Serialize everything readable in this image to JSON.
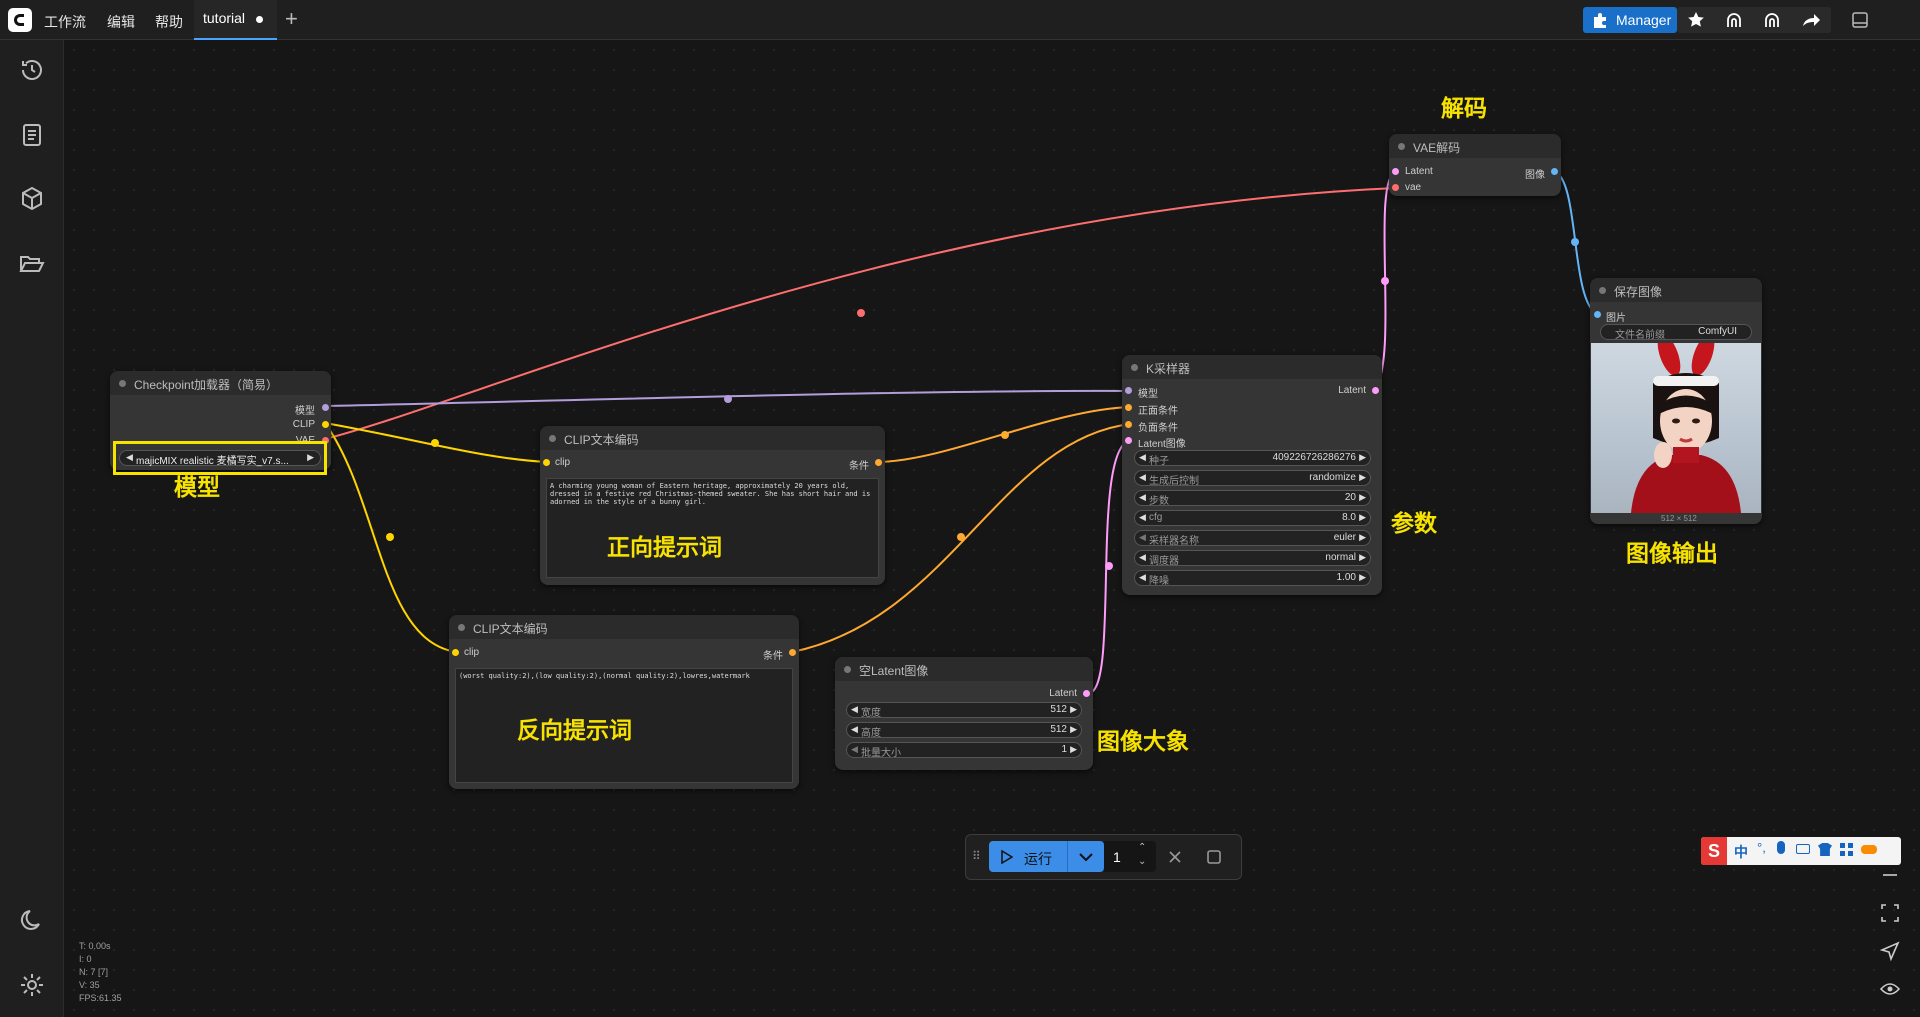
{
  "topbar": {
    "menu": [
      "工作流",
      "编辑",
      "帮助"
    ],
    "tab": {
      "label": "tutorial"
    },
    "manager_label": "Manager",
    "icons": [
      "star-icon",
      "routing-icon",
      "routing-alt-icon",
      "share-icon",
      "panel-icon"
    ]
  },
  "sidebar": {
    "icons": [
      "history-icon",
      "queue-list-icon",
      "model-cube-icon",
      "folder-open-icon",
      "moon-icon",
      "settings-gear-icon"
    ]
  },
  "nodes": {
    "checkpoint": {
      "title": "Checkpoint加载器（简易）",
      "outputs": [
        "模型",
        "CLIP",
        "VAE"
      ],
      "ckpt_value": "majicMIX realistic 麦橘写实_v7.s..."
    },
    "clip_pos": {
      "title": "CLIP文本编码",
      "input": "clip",
      "output": "条件",
      "text": "A charming young woman of Eastern heritage, approximately 20 years old, dressed in a festive red Christmas-themed sweater. She has short hair and is adorned in the style of a bunny girl."
    },
    "clip_neg": {
      "title": "CLIP文本编码",
      "input": "clip",
      "output": "条件",
      "text": "(worst quality:2),(low quality:2),(normal quality:2),lowres,watermark"
    },
    "latent": {
      "title": "空Latent图像",
      "output": "Latent",
      "widgets": [
        {
          "label": "宽度",
          "value": "512"
        },
        {
          "label": "高度",
          "value": "512"
        },
        {
          "label": "批量大小",
          "value": "1"
        }
      ]
    },
    "ksampler": {
      "title": "K采样器",
      "inputs": [
        "模型",
        "正面条件",
        "负面条件",
        "Latent图像"
      ],
      "output": "Latent",
      "widgets": [
        {
          "label": "种子",
          "value": "409226726286276"
        },
        {
          "label": "生成后控制",
          "value": "randomize"
        },
        {
          "label": "步数",
          "value": "20"
        },
        {
          "label": "cfg",
          "value": "8.0"
        },
        {
          "label": "采样器名称",
          "value": "euler"
        },
        {
          "label": "调度器",
          "value": "normal"
        },
        {
          "label": "降噪",
          "value": "1.00"
        }
      ]
    },
    "vae": {
      "title": "VAE解码",
      "inputs": [
        "Latent",
        "vae"
      ],
      "output": "图像"
    },
    "save": {
      "title": "保存图像",
      "input": "图片",
      "prefix_label": "文件名前缀",
      "prefix_value": "ComfyUI",
      "size": "512 × 512"
    }
  },
  "annotations": {
    "model": "模型",
    "positive": "正向提示词",
    "negative": "反向提示词",
    "decode": "解码",
    "params": "参数",
    "output": "图像输出",
    "latent": "图像大象"
  },
  "runbar": {
    "run_label": "运行",
    "count": "1"
  },
  "stats": [
    "T: 0.00s",
    "I: 0",
    "N: 7 [7]",
    "V: 35",
    "FPS:61.35"
  ],
  "ime": {
    "label": "中"
  },
  "colors": {
    "model": "#b39ddb",
    "clip": "#ffd500",
    "vae": "#ff6e6e",
    "conditioning": "#ffa931",
    "latent": "#ff9cf9",
    "image": "#64b5f6",
    "annotation": "#f7e200",
    "accent": "#1a6fc9"
  }
}
